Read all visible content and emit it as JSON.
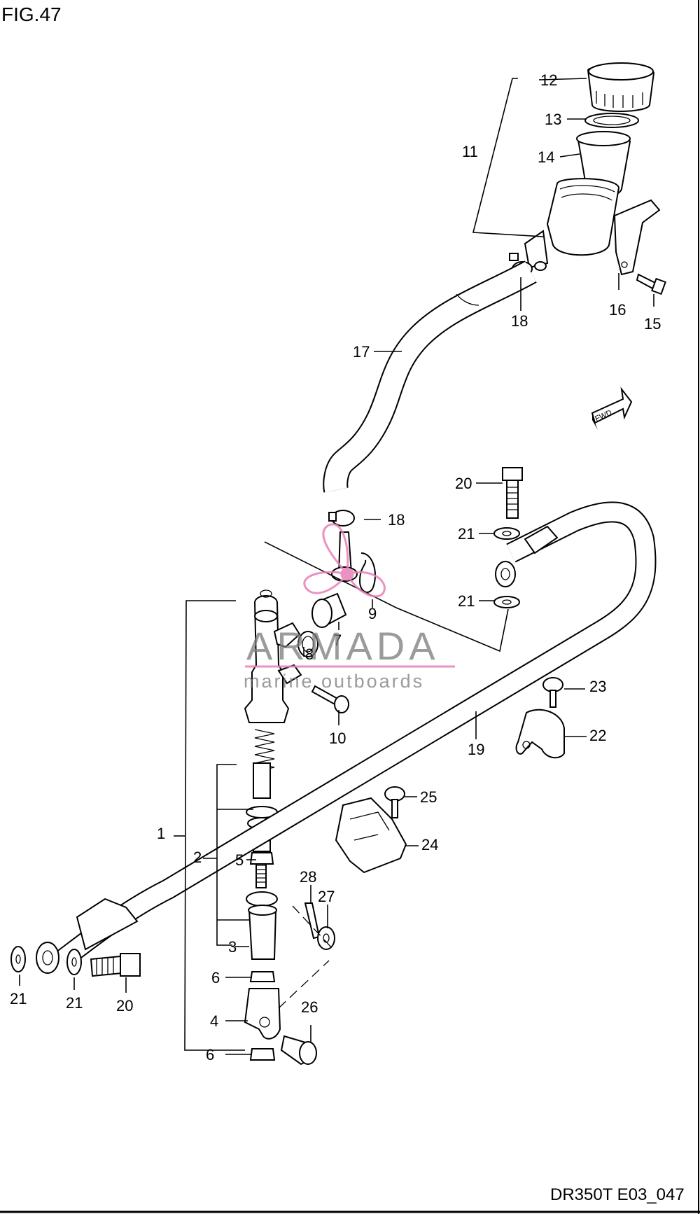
{
  "figure_title": "FIG.47",
  "diagram_code": "DR350T E03_047",
  "fwd_label": "FWD",
  "watermark": {
    "brand": "ARMADA",
    "tagline": "marine outboards",
    "accent": "#e87fb8"
  },
  "callouts": {
    "c1": "1",
    "c2": "2",
    "c3": "3",
    "c4": "4",
    "c5": "5",
    "c6a": "6",
    "c6b": "6",
    "c7": "7",
    "c8": "8",
    "c9": "9",
    "c10": "10",
    "c11": "11",
    "c12": "12",
    "c13": "13",
    "c14": "14",
    "c15": "15",
    "c16": "16",
    "c17": "17",
    "c18a": "18",
    "c18b": "18",
    "c19": "19",
    "c20a": "20",
    "c20b": "20",
    "c21a": "21",
    "c21b": "21",
    "c21c": "21",
    "c21d": "21",
    "c22": "22",
    "c23": "23",
    "c24": "24",
    "c25": "25",
    "c26": "26",
    "c27": "27",
    "c28": "28"
  }
}
